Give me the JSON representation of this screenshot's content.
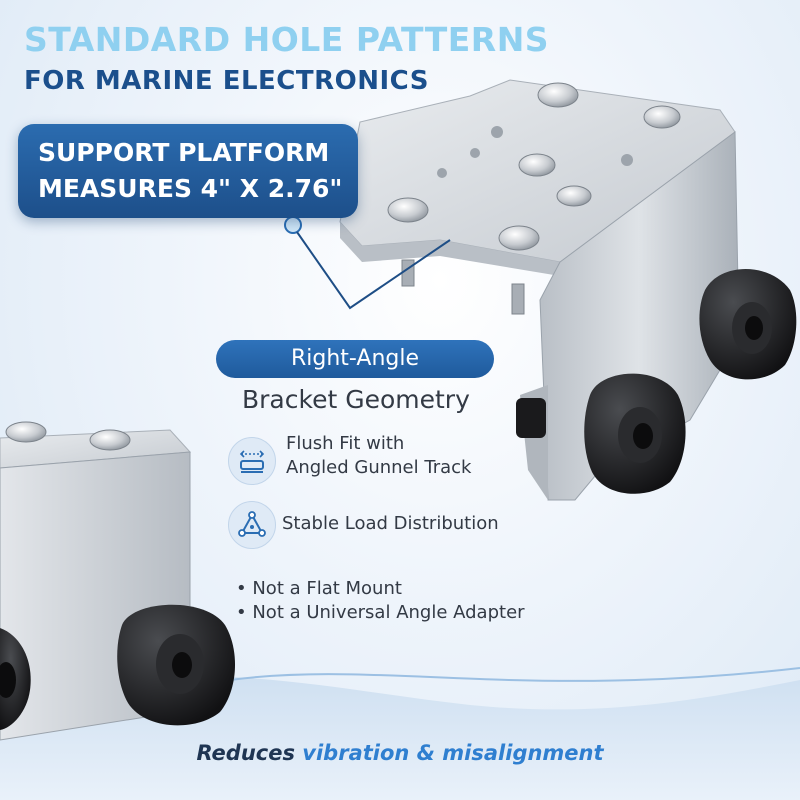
{
  "headline": {
    "line1": "STANDARD HOLE PATTERNS",
    "line2": "FOR MARINE ELECTRONICS"
  },
  "callout": {
    "line1": "SUPPORT PLATFORM",
    "line2": "MEASURES 4\" X 2.76\""
  },
  "pill_label": "Right-Angle",
  "sub_heading": "Bracket Geometry",
  "features": [
    {
      "icon": "flush-fit-icon",
      "line1": "Flush Fit with",
      "line2": "Angled Gunnel Track"
    },
    {
      "icon": "load-distribution-icon",
      "line1": "Stable Load Distribution"
    }
  ],
  "bullets": [
    "• Not a Flat Mount",
    "• Not a Universal Angle Adapter"
  ],
  "footer": {
    "lead": "Reduces ",
    "highlight": "vibration & misalignment"
  },
  "colors": {
    "headline_light": "#8fd0f0",
    "headline_dark": "#1b4f8c",
    "accent_blue": "#2f7fd0",
    "callout_blue": "#1d4f8a",
    "knob_black": "#1c1c1e",
    "aluminum": "#c9cdd2"
  }
}
